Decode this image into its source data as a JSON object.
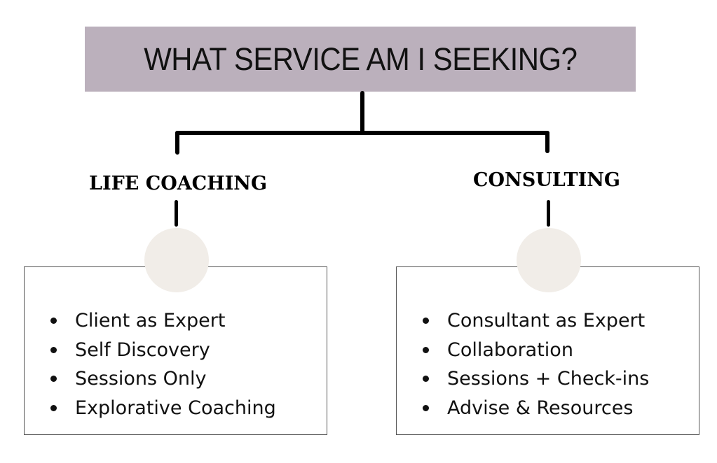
{
  "title": "WHAT SERVICE AM I SEEKING?",
  "colors": {
    "title_background": "#bbb0bc",
    "circle_fill": "#f1ede8",
    "connector": "#000000",
    "card_border": "#555555"
  },
  "branches": [
    {
      "label": "LIFE COACHING",
      "items": [
        "Client as Expert",
        "Self Discovery",
        "Sessions Only",
        "Explorative Coaching"
      ]
    },
    {
      "label": "CONSULTING",
      "items": [
        "Consultant as Expert",
        "Collaboration",
        "Sessions + Check-ins",
        "Advise & Resources"
      ]
    }
  ]
}
